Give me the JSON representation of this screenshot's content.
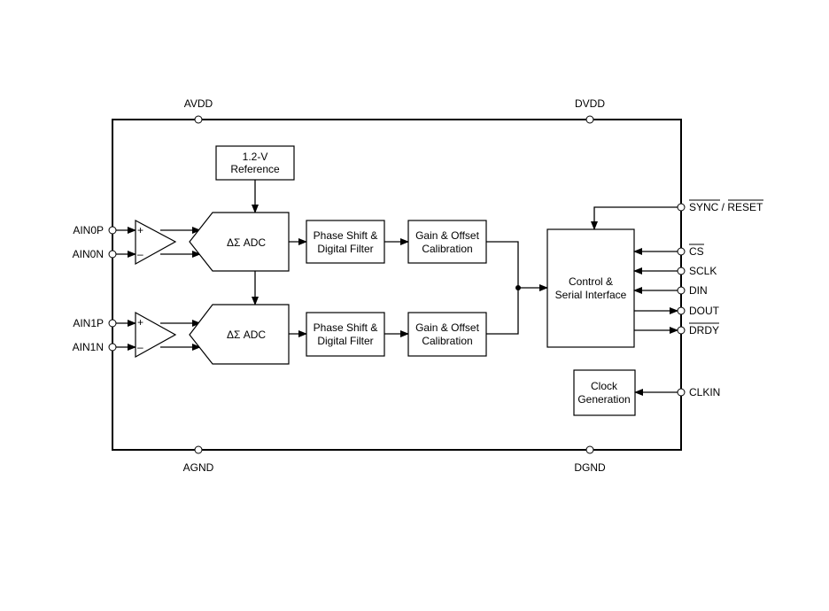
{
  "power_pins": {
    "avdd": "AVDD",
    "dvdd": "DVDD",
    "agnd": "AGND",
    "dgnd": "DGND"
  },
  "inputs": {
    "ain0p": "AIN0P",
    "ain0n": "AIN0N",
    "ain1p": "AIN1P",
    "ain1n": "AIN1N"
  },
  "amp_signs": {
    "plus": "+",
    "minus": "–"
  },
  "blocks": {
    "reference": [
      "1.2-V",
      "Reference"
    ],
    "adc": "ΔΣ ADC",
    "phase_filter": [
      "Phase Shift &",
      "Digital Filter"
    ],
    "gain_cal": [
      "Gain & Offset",
      "Calibration"
    ],
    "control": [
      "Control &",
      "Serial Interface"
    ],
    "clock": [
      "Clock",
      "Generation"
    ]
  },
  "digital_pins": {
    "sync": "SYNC",
    "sync_sep": " / ",
    "reset": "RESET",
    "cs": "CS",
    "sclk": "SCLK",
    "din": "DIN",
    "dout": "DOUT",
    "drdy": "DRDY",
    "clkin": "CLKIN"
  }
}
